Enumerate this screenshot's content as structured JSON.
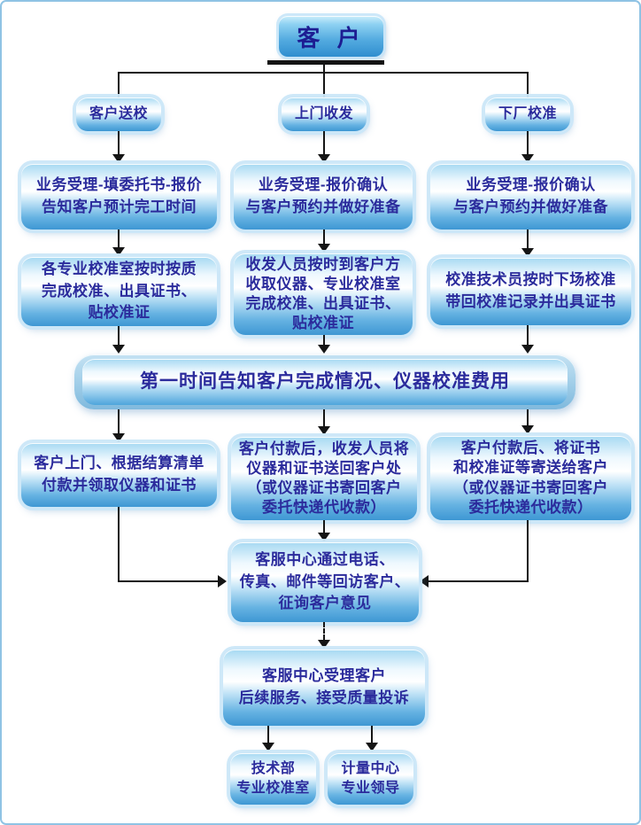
{
  "title": {
    "label": "客 户"
  },
  "branches": [
    {
      "header": "客户送校",
      "step1": "业务受理-填委托书-报价\n告知客户预计完工时间",
      "step2": "各专业校准室按时按质\n完成校准、出具证书、\n贴校准证",
      "step3": "客户上门、根据结算清单\n付款并领取仪器和证书"
    },
    {
      "header": "上门收发",
      "step1": "业务受理-报价确认\n与客户预约并做好准备",
      "step2": "收发人员按时到客户方\n收取仪器、专业校准室\n完成校准、出具证书、\n贴校准证",
      "step3": "客户付款后，收发人员将\n仪器和证书送回客户处\n（或仪器证书寄回客户\n委托快递代收款）"
    },
    {
      "header": "下厂校准",
      "step1": "业务受理-报价确认\n与客户预约并做好准备",
      "step2": "校准技术员按时下场校准\n带回校准记录并出具证书",
      "step3": "客户付款后、将证书\n和校准证等寄送给客户\n（或仪器证书寄回客户\n委托快递代收款）"
    }
  ],
  "banner": {
    "label": "第一时间告知客户完成情况、仪器校准费用"
  },
  "service": {
    "callback": "客服中心通过电话、\n传真、邮件等回访客户、\n征询客户意见",
    "complaint": "客服中心受理客户\n后续服务、接受质量投诉"
  },
  "footer": {
    "left": "技术部\n专业校准室",
    "right": "计量中心\n专业领导"
  },
  "colors": {
    "box_text": "#2b2b9c",
    "box_blue": "#3e97d3",
    "frame_border": "#8fc3e4",
    "arrow": "#151515"
  }
}
